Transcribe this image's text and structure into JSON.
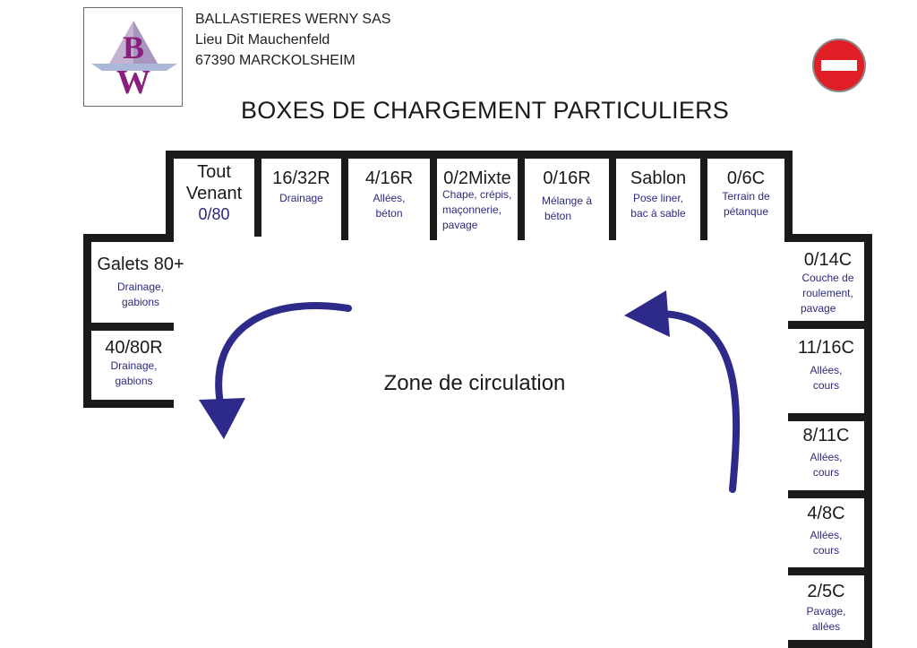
{
  "company": {
    "name": "BALLASTIERES WERNY SAS",
    "address_line1": "Lieu Dit Mauchenfeld",
    "address_line2": "67390 MARCKOLSHEIM",
    "logo_letters": "BW"
  },
  "title": "BOXES DE CHARGEMENT PARTICULIERS",
  "zone_label": "Zone de circulation",
  "top_boxes": [
    {
      "name_line1": "Tout",
      "name_line2": "Venant",
      "sub": "0/80"
    },
    {
      "name": "16/32R",
      "desc": "Drainage"
    },
    {
      "name": "4/16R",
      "desc_line1": "Allées,",
      "desc_line2": "béton"
    },
    {
      "name": "0/2Mixte",
      "desc_line1": "Chape, crépis,",
      "desc_line2": "maçonnerie,",
      "desc_line3": "pavage"
    },
    {
      "name": "0/16R",
      "desc_line1": "Mélange à",
      "desc_line2": "béton"
    },
    {
      "name": "Sablon",
      "desc_line1": "Pose liner,",
      "desc_line2": "bac à sable"
    },
    {
      "name": "0/6C",
      "desc_line1": "Terrain de",
      "desc_line2": "pétanque"
    }
  ],
  "left_boxes": [
    {
      "name": "Galets 80+",
      "desc_line1": "Drainage,",
      "desc_line2": "gabions"
    },
    {
      "name": "40/80R",
      "desc_line1": "Drainage,",
      "desc_line2": "gabions"
    }
  ],
  "right_boxes": [
    {
      "name": "0/14C",
      "desc_line1": "Couche de",
      "desc_line2": "roulement,",
      "desc_line3": "pavage"
    },
    {
      "name": "11/16C",
      "desc_line1": "Allées,",
      "desc_line2": "cours"
    },
    {
      "name": "8/11C",
      "desc_line1": "Allées,",
      "desc_line2": "cours"
    },
    {
      "name": "4/8C",
      "desc_line1": "Allées,",
      "desc_line2": "cours"
    },
    {
      "name": "2/5C",
      "desc_line1": "Pavage,",
      "desc_line2": "allées"
    }
  ],
  "colors": {
    "wall": "#1a1a1a",
    "arrow": "#2e2a8a",
    "description_text": "#2a2a80",
    "no_entry_sign": "#e01e25",
    "logo_purple": "#8a1f7e",
    "logo_blue": "#3a3a9a"
  },
  "icons": {
    "logo": "bw-logo-icon",
    "no_entry": "no-entry-icon",
    "arrow_left": "curved-arrow-down-left-icon",
    "arrow_right": "curved-arrow-up-right-icon"
  }
}
